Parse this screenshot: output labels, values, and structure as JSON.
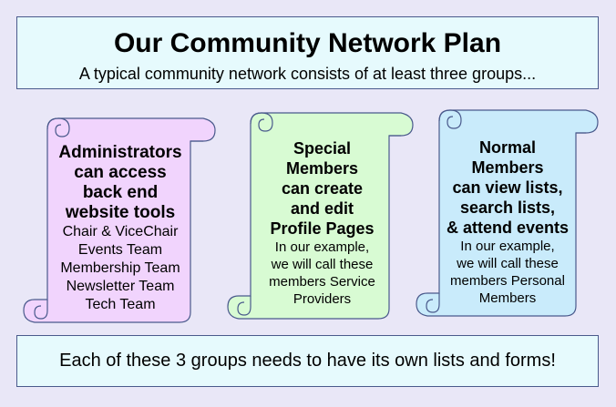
{
  "header": {
    "title": "Our Community Network Plan",
    "subtitle": "A typical community network consists of at least three groups..."
  },
  "groups": [
    {
      "color": "#f1d4fd",
      "bold_lines": [
        "Administrators",
        "can access",
        "back end",
        "website tools"
      ],
      "lines": [
        "Chair & ViceChair",
        "Events Team",
        "Membership Team",
        "Newsletter Team",
        "Tech Team"
      ]
    },
    {
      "color": "#d8fbd3",
      "bold_lines": [
        "Special",
        "Members",
        "can create",
        "and edit",
        "Profile Pages"
      ],
      "lines": [
        "In our example,",
        "we will call these",
        "members Service",
        "Providers"
      ]
    },
    {
      "color": "#c9ebfb",
      "bold_lines": [
        "Normal",
        "Members",
        "can view lists,",
        "search lists,",
        "& attend events"
      ],
      "lines": [
        "In our example,",
        "we will call these",
        "members Personal",
        "Members"
      ]
    }
  ],
  "footer": {
    "text": "Each of these 3 groups needs to have its own lists and forms!"
  },
  "colors": {
    "background": "#e9e7f7",
    "box_fill": "#e6fafd",
    "outline": "#4a5a8c"
  }
}
